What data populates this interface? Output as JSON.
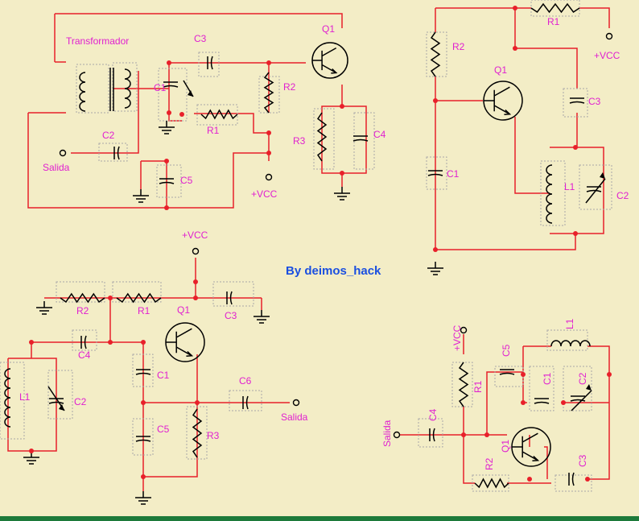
{
  "colors": {
    "background": "#f3edc6",
    "wire_red": "#e8202a",
    "component": "#000000",
    "label": "#e020d0",
    "credit": "#1a4fe0",
    "dashed_box": "#a8a8a8",
    "bottom_strip": "#1d7a3a"
  },
  "credit": "By deimos_hack",
  "circuit1": {
    "transformer": "Transformador",
    "c1": "C1",
    "c2": "C2",
    "c3": "C3",
    "c4": "C4",
    "c5": "C5",
    "r1": "R1",
    "r2": "R2",
    "r3": "R3",
    "q1": "Q1",
    "output": "Salida",
    "vcc": "+VCC"
  },
  "circuit2": {
    "r1": "R1",
    "r2": "R2",
    "q1": "Q1",
    "c1": "C1",
    "c2": "C2",
    "c3": "C3",
    "l1": "L1",
    "vcc": "+VCC"
  },
  "circuit3": {
    "vcc": "+VCC",
    "r1": "R1",
    "r2": "R2",
    "r3": "R3",
    "q1": "Q1",
    "c1": "C1",
    "c2": "C2",
    "c3": "C3",
    "c4": "C4",
    "c5": "C5",
    "c6": "C6",
    "l1": "L1",
    "output": "Salida"
  },
  "circuit4": {
    "vcc": "+VCC",
    "r1": "R1",
    "r2": "R2",
    "q1": "Q1",
    "c1": "C1",
    "c2": "C2",
    "c3": "C3",
    "c4": "C4",
    "c5": "C5",
    "l1": "L1",
    "output": "Salida"
  }
}
